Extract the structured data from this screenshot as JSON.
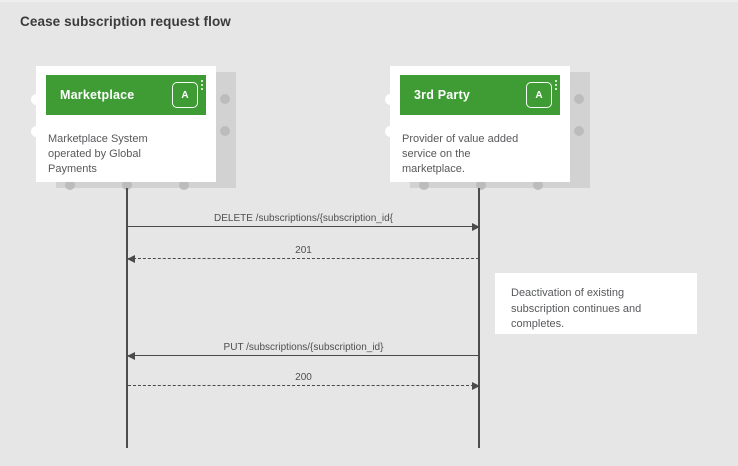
{
  "title": "Cease subscription request flow",
  "actors": [
    {
      "name": "Marketplace",
      "badge": "A",
      "description": "Marketplace System operated by Global Payments"
    },
    {
      "name": "3rd Party",
      "badge": "A",
      "description": "Provider of value added service on the marketplace."
    }
  ],
  "messages": [
    {
      "label": "DELETE /subscriptions/{subscription_id{",
      "style": "solid",
      "from": "Marketplace",
      "to": "3rd Party"
    },
    {
      "label": "201",
      "style": "dashed",
      "from": "3rd Party",
      "to": "Marketplace"
    },
    {
      "label": "PUT /subscriptions/{subscription_id}",
      "style": "solid",
      "from": "3rd Party",
      "to": "Marketplace"
    },
    {
      "label": "200",
      "style": "dashed",
      "from": "Marketplace",
      "to": "3rd Party"
    }
  ],
  "note": {
    "text": "Deactivation of existing subscription continues and completes."
  },
  "colors": {
    "accent_green": "#3f9c35",
    "background": "#e6e6e6",
    "backplate_gray": "#d2d2d2",
    "line_gray": "#4a4a4a"
  }
}
